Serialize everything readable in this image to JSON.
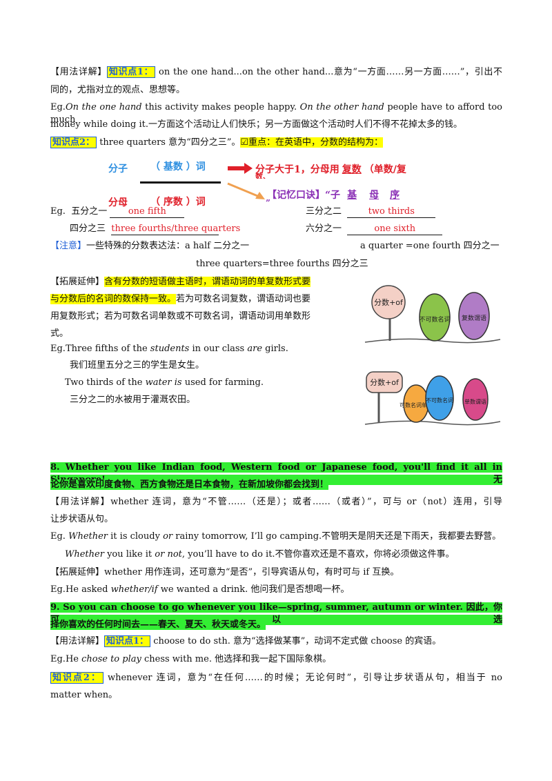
{
  "s1": {
    "tag": "【用法详解】",
    "kp1": "知识点1：",
    "line1": "on the one hand...on the other hand...意为“一方面……另一方面……”，引出不",
    "line2": "同的，尤指对立的观点、思想等。",
    "eg1_a": "Eg.",
    "eg1_b": "On the one hand",
    "eg1_c": " this activity makes people happy. ",
    "eg1_d": "On the other hand",
    "eg1_e": " people have to afford too much",
    "eg1_line2": "money while doing it.一方面这个活动让人们快乐；另一方面做这个活动时人们不得不花掉太多的钱。",
    "kp2": "知识点2：",
    "kp2_text": "three quarters 意为“四分之三”。",
    "focus": "☑重点：在英语中，分数的结构为："
  },
  "diagram": {
    "numerator": "分子",
    "numerator_word": "（ 基数 ）词",
    "denominator": "分母",
    "denominator_word": "（ 序数 ）词",
    "rule_a": "分子大于1，分母用",
    "rule_blank": "复数",
    "rule_b": "（单数/复",
    "rule_cut": "数、",
    "mnemonic_tag": "【记忆口诀】“子",
    "mnemonic_w1": "基",
    "mnemonic_w2": "母",
    "mnemonic_w3": "序",
    "mnemonic_end": "”"
  },
  "examples": {
    "eg": "Eg.",
    "q1": "五分之一",
    "a1": "one fifth",
    "q2": "三分之二",
    "a2": "two thirds",
    "q3": "四分之三",
    "a3": "three fourths/three quarters",
    "q4": "六分之一",
    "a4": "one sixth"
  },
  "notice": {
    "tag": "【注意】",
    "text": "一些特殊的分数表达法：a half 二分之一",
    "text2": "a quarter =one fourth 四分之一",
    "line2": "three quarters=three fourths 四分之三"
  },
  "extend1": {
    "tag": "【拓展延伸】",
    "hl1": "含有分数的短语做主语时，谓语动词的单复数形式要",
    "hl2": "与分数后的名词的数保持一致。",
    "rest1": "若为可数名词复数，谓语动词也要",
    "line3": "用复数形式；若为可数名词单数或不可数名词，谓语动词用单数形",
    "line4": "式。",
    "eg1_a": "Eg.Three fifths of the ",
    "eg1_b": "students",
    "eg1_c": " in our class ",
    "eg1_d": "are",
    "eg1_e": " girls.",
    "cn1": "我们班里五分之三的学生是女生。",
    "eg2_a": "Two thirds of the ",
    "eg2_b": "water is",
    "eg2_c": " used for farming.",
    "cn2": "三分之二的水被用于灌溉农田。"
  },
  "pics": {
    "sign1": "分数+of",
    "c1": "不可数名词",
    "c2": "复数谓语",
    "sign2": "分数+of",
    "d1": "可数名词单数",
    "d2": "不可数名词",
    "d3": "单数谓语"
  },
  "s8": {
    "title1": "8. Whether you like Indian food, Western food or Japanese food, you'll find it all in Singapore! 无",
    "title2": "论你是喜欢印度食物、西方食物还是日本食物，在新加坡你都会找到！",
    "tag": "【用法详解】",
    "usage1": "whether 连词，意为“不管……（还是）；或者……（或者）”，可与 or（not）连用，引导",
    "usage2": "让步状语从句。",
    "eg1_a": "Eg. ",
    "eg1_b": "Whether",
    "eg1_c": " it is cloudy ",
    "eg1_d": "or",
    "eg1_e": " rainy tomorrow, I’ll go camping.不管明天是阴天还是下雨天，我都要去野营。",
    "eg2_a": "Whether",
    "eg2_b": " you like it ",
    "eg2_c": "or not",
    "eg2_d": ", you’ll have to do it.不管你喜欢还是不喜欢，你将必须做这件事。",
    "ext_tag": "【拓展延伸】",
    "ext_text": "whether 用作连词，还可意为“是否”，引导宾语从句，有时可与 if 互换。",
    "eg3_a": "Eg.He asked ",
    "eg3_b": "whether/if",
    "eg3_c": " we wanted a drink. 他问我们是否想喝一杯。"
  },
  "s9": {
    "title1": "9. So you can choose to go whenever you like—spring, summer, autumn or winter. 因此，你可以选",
    "title2": "择你喜欢的任何时间去——春天、夏天、秋天或冬天。",
    "tag": "【用法详解】",
    "kp1": "知识点1：",
    "kp1_text": "choose to do sth. 意为“选择做某事”，动词不定式做 choose 的宾语。",
    "eg_a": "Eg.He ",
    "eg_b": "chose to play",
    "eg_c": " chess with me. 他选择和我一起下国际象棋。",
    "kp2": "知识点2：",
    "kp2_text": "whenever 连词，意为“在任何……的时候；无论何时”，引导让步状语从句，相当于 no",
    "kp2_line2": "matter when。"
  }
}
